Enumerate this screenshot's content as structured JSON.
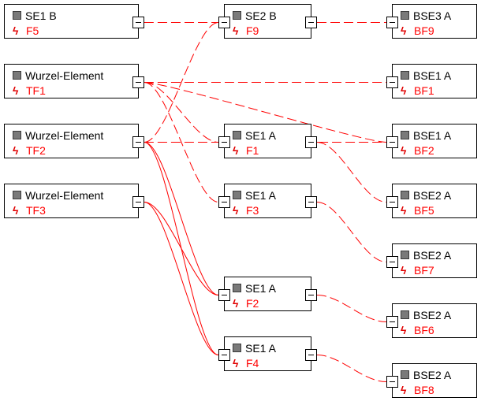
{
  "icons": {
    "element": "gray-square-icon",
    "fault": "lightning-bolt-icon",
    "port": "collapse-minus-icon"
  },
  "colors": {
    "wire": "#ff0000",
    "fault_text": "#ff0000",
    "element_text": "#000000",
    "port_border": "#000000"
  },
  "columns": {
    "left": [
      {
        "id": "SE1B",
        "element": "SE1 B",
        "fault": "F5"
      },
      {
        "id": "W1",
        "element": "Wurzel-Element",
        "fault": "TF1"
      },
      {
        "id": "W2",
        "element": "Wurzel-Element",
        "fault": "TF2"
      },
      {
        "id": "W3",
        "element": "Wurzel-Element",
        "fault": "TF3"
      }
    ],
    "middle": [
      {
        "id": "SE2B",
        "element": "SE2 B",
        "fault": "F9"
      },
      {
        "id": "SE1A_F1",
        "element": "SE1 A",
        "fault": "F1"
      },
      {
        "id": "SE1A_F3",
        "element": "SE1 A",
        "fault": "F3"
      },
      {
        "id": "SE1A_F2",
        "element": "SE1 A",
        "fault": "F2"
      },
      {
        "id": "SE1A_F4",
        "element": "SE1 A",
        "fault": "F4"
      }
    ],
    "right": [
      {
        "id": "BSE3A",
        "element": "BSE3 A",
        "fault": "BF9"
      },
      {
        "id": "BSE1A_BF1",
        "element": "BSE1 A",
        "fault": "BF1"
      },
      {
        "id": "BSE1A_BF2",
        "element": "BSE1 A",
        "fault": "BF2"
      },
      {
        "id": "BSE2A_BF5",
        "element": "BSE2 A",
        "fault": "BF5"
      },
      {
        "id": "BSE2A_BF7",
        "element": "BSE2 A",
        "fault": "BF7"
      },
      {
        "id": "BSE2A_BF6",
        "element": "BSE2 A",
        "fault": "BF6"
      },
      {
        "id": "BSE2A_BF8",
        "element": "BSE2 A",
        "fault": "BF8"
      }
    ]
  },
  "connections": [
    {
      "from": "SE1B",
      "to": "SE2B",
      "style": "dashed"
    },
    {
      "from": "SE2B",
      "to": "BSE3A",
      "style": "dashed"
    },
    {
      "from": "W1",
      "to": "BSE1A_BF1",
      "style": "dashed"
    },
    {
      "from": "W1",
      "to": "BSE1A_BF2",
      "style": "dashed"
    },
    {
      "from": "W1",
      "to": "SE1A_F1",
      "style": "dashed"
    },
    {
      "from": "W1",
      "to": "SE1A_F3",
      "style": "dashed"
    },
    {
      "from": "W2",
      "to": "SE2B",
      "style": "dashed"
    },
    {
      "from": "W2",
      "to": "BSE1A_BF2",
      "style": "dashed"
    },
    {
      "from": "W2",
      "to": "SE1A_F2",
      "style": "solid"
    },
    {
      "from": "W2",
      "to": "SE1A_F4",
      "style": "solid"
    },
    {
      "from": "W3",
      "to": "SE1A_F2",
      "style": "solid"
    },
    {
      "from": "W3",
      "to": "SE1A_F4",
      "style": "solid"
    },
    {
      "from": "SE1A_F1",
      "to": "BSE2A_BF5",
      "style": "dashed"
    },
    {
      "from": "SE1A_F3",
      "to": "BSE2A_BF7",
      "style": "dashed"
    },
    {
      "from": "SE1A_F2",
      "to": "BSE2A_BF6",
      "style": "dashed"
    },
    {
      "from": "SE1A_F4",
      "to": "BSE2A_BF8",
      "style": "dashed"
    }
  ]
}
